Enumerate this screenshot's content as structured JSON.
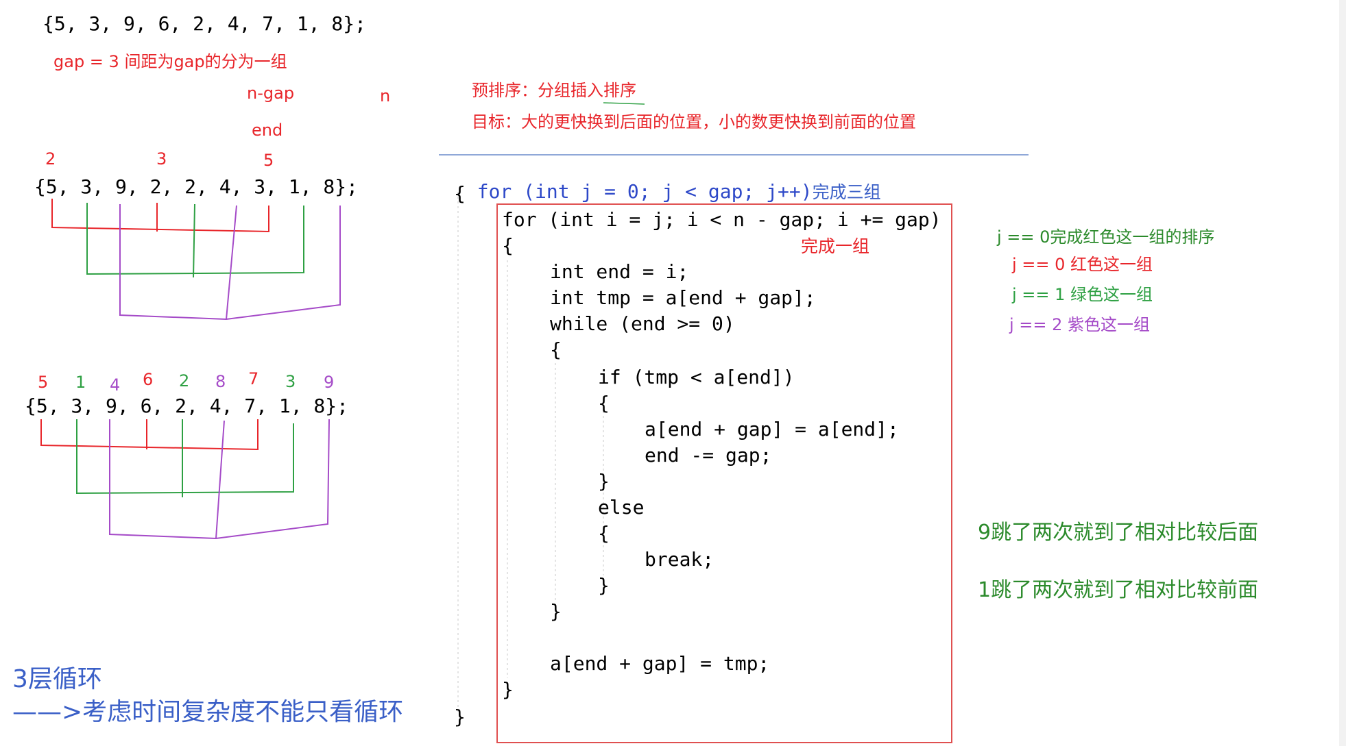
{
  "top_array": "{5, 3, 9, 6, 2, 4, 7, 1, 8};",
  "gap_note": "gap = 3 间距为gap的分为一组",
  "n_gap_label": "n-gap",
  "n_label": "n",
  "end_label": "end",
  "pass1": {
    "array": "{5, 3, 9, 2, 2, 4, 3, 1, 8};",
    "labels": [
      "2",
      "3",
      "5"
    ]
  },
  "pass2": {
    "array": "{5, 3, 9, 6, 2, 4, 7, 1, 8};",
    "labels": [
      {
        "text": "5",
        "color": "red"
      },
      {
        "text": "1",
        "color": "green"
      },
      {
        "text": "4",
        "color": "purple"
      },
      {
        "text": "6",
        "color": "red"
      },
      {
        "text": "2",
        "color": "green"
      },
      {
        "text": "8",
        "color": "purple"
      },
      {
        "text": "7",
        "color": "red"
      },
      {
        "text": "3",
        "color": "green"
      },
      {
        "text": "9",
        "color": "purple"
      }
    ]
  },
  "loop_title": "3层循环",
  "loop_note": "——>考虑时间复杂度不能只看循环",
  "presort_title": "预排序：分组插入排序",
  "goal": "目标：大的更快换到后面的位置，小的数更快换到前面的位置",
  "done_three": "完成三组",
  "done_one": "完成一组",
  "code": {
    "outer_for": "for (int j = 0; j < gap; j++)",
    "open1": "{",
    "inner_for": "for (int i = j; i < n - gap; i += gap)",
    "open2": "{",
    "l1": "int end = i;",
    "l2": "int tmp = a[end + gap];",
    "l3": "while (end >= 0)",
    "l4": "{",
    "l5": "if (tmp < a[end])",
    "l6": "{",
    "l7": "a[end + gap] = a[end];",
    "l8": "end -= gap;",
    "l9": "}",
    "l10": "else",
    "l11": "{",
    "l12": "break;",
    "l13": "}",
    "l14": "}",
    "l15": "a[end + gap] = tmp;",
    "close2": "}",
    "close1": "}"
  },
  "j_notes": [
    "j == 0完成红色这一组的排序",
    "j == 0 红色这一组",
    "j == 1 绿色这一组",
    "j == 2 紫色这一组"
  ],
  "jump_notes": [
    "9跳了两次就到了相对比较后面",
    "1跳了两次就到了相对比较前面"
  ],
  "colors": {
    "red": "#e8262b",
    "green": "#2ea043",
    "purple": "#a54bc8",
    "blue": "#3a5fc7",
    "box": "#e05050"
  }
}
